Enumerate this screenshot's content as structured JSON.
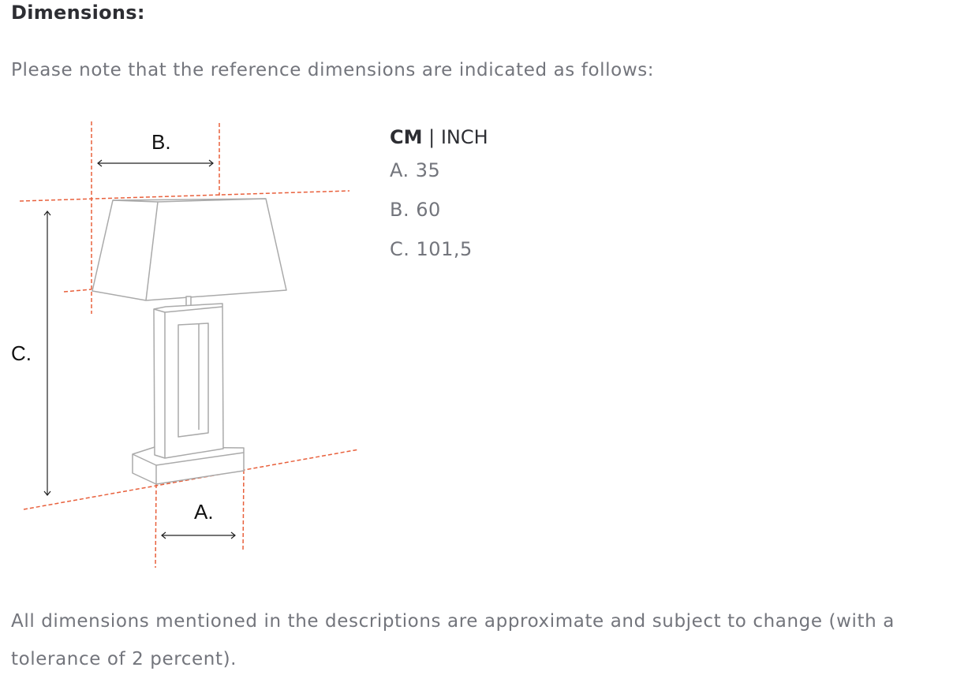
{
  "section": {
    "heading": "Dimensions:",
    "intro": "Please note that the reference dimensions are indicated as follows:"
  },
  "diagram": {
    "label_a": "A.",
    "label_b": "B.",
    "label_c": "C.",
    "guide_color": "#e8603c",
    "outline_color": "#aaaaaa",
    "arrow_color": "#222222"
  },
  "dimensions": {
    "unit_primary": "CM",
    "unit_separator": " | ",
    "unit_secondary": "INCH",
    "rows": [
      {
        "label": "A.",
        "value": "35"
      },
      {
        "label": "B.",
        "value": "60"
      },
      {
        "label": "C.",
        "value": "101,5"
      }
    ]
  },
  "footer": {
    "note": "All dimensions mentioned in the descriptions are approximate and subject to change (with a tolerance of 2 percent)."
  }
}
